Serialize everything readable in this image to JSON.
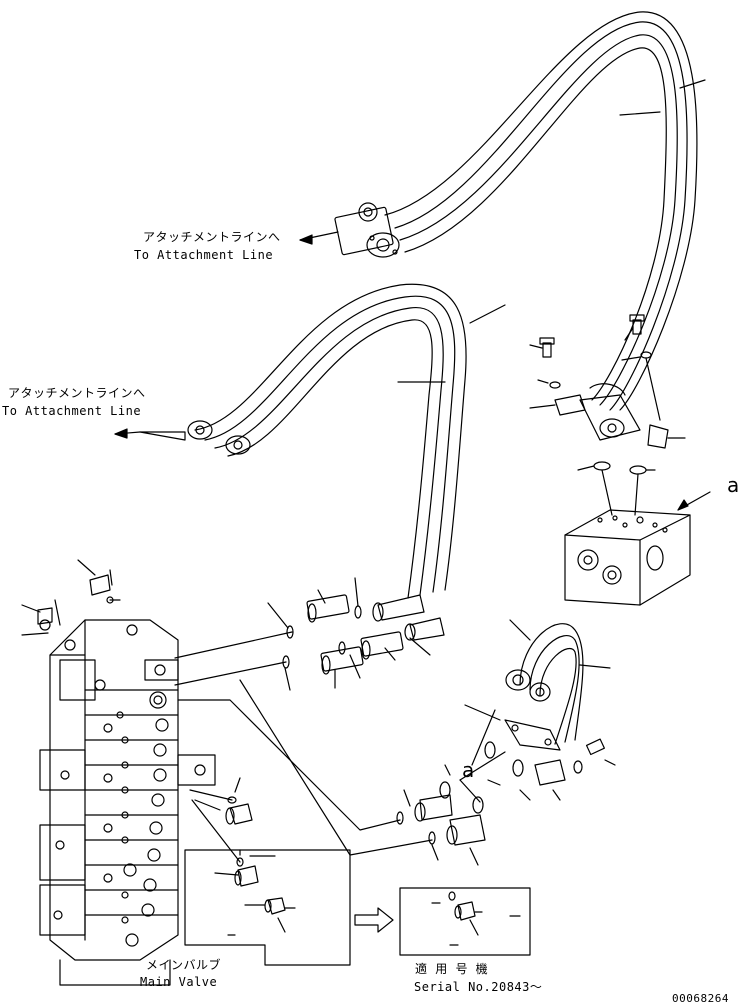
{
  "labels": {
    "attach_upper_jp": "アタッチメントラインへ",
    "attach_upper_en": "To Attachment Line",
    "attach_left_jp": "アタッチメントラインへ",
    "attach_left_en": "To Attachment Line",
    "main_valve_jp": "メインバルブ",
    "main_valve_en": "Main Valve",
    "serial_jp": "適 用 号 機",
    "serial_en": "Serial No.20843～",
    "callout_a_right": "a",
    "callout_a_middle": "a",
    "drawing_number": "00068264"
  }
}
